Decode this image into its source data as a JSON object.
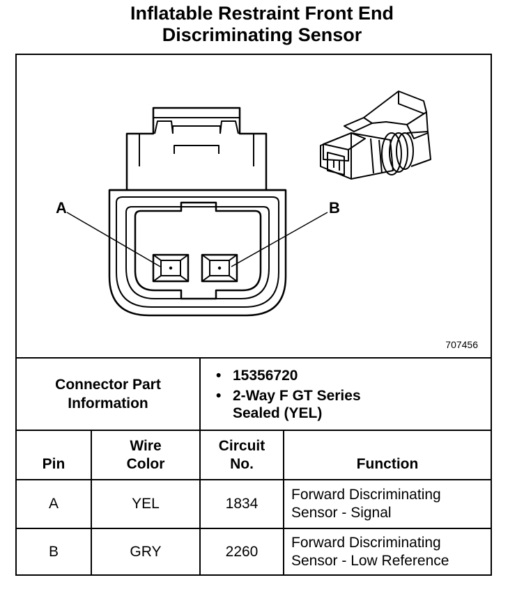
{
  "title": {
    "line1": "Inflatable Restraint Front End",
    "line2": "Discriminating Sensor"
  },
  "diagram": {
    "pin_a_label": "A",
    "pin_b_label": "B",
    "figure_number": "707456"
  },
  "connector_info": {
    "label_line1": "Connector Part",
    "label_line2": "Information",
    "items": [
      "15356720",
      "2-Way F GT Series",
      "Sealed (YEL)"
    ]
  },
  "table": {
    "headers": {
      "pin": "Pin",
      "wire_color_line1": "Wire",
      "wire_color_line2": "Color",
      "circuit_line1": "Circuit",
      "circuit_line2": "No.",
      "function": "Function"
    },
    "rows": [
      {
        "pin": "A",
        "wire_color": "YEL",
        "circuit": "1834",
        "function_line1": "Forward Discriminating",
        "function_line2": "Sensor - Signal"
      },
      {
        "pin": "B",
        "wire_color": "GRY",
        "circuit": "2260",
        "function_line1": "Forward Discriminating",
        "function_line2": "Sensor - Low Reference"
      }
    ]
  }
}
